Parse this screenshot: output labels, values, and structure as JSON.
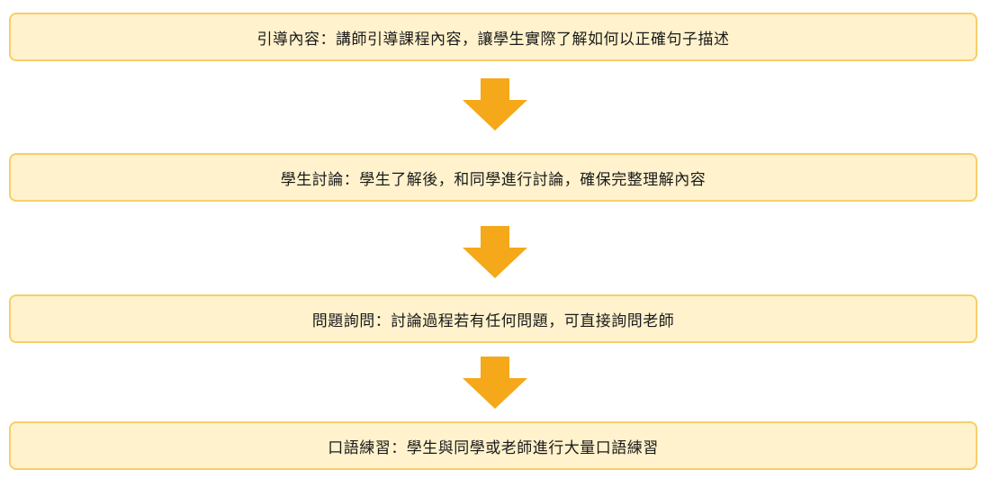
{
  "colors": {
    "box_fill": "#fff2cc",
    "box_border": "#f6cf68",
    "arrow": "#f5a819",
    "text": "#1a1a1a"
  },
  "steps": [
    {
      "text": "引導內容：講師引導課程內容，讓學生實際了解如何以正確句子描述"
    },
    {
      "text": "學生討論：學生了解後，和同學進行討論，確保完整理解內容"
    },
    {
      "text": "問題詢問：討論過程若有任何問題，可直接詢問老師"
    },
    {
      "text": "口語練習：學生與同學或老師進行大量口語練習"
    }
  ],
  "arrows": [
    {
      "icon": "down-arrow-icon"
    },
    {
      "icon": "down-arrow-icon"
    },
    {
      "icon": "down-arrow-icon"
    }
  ]
}
